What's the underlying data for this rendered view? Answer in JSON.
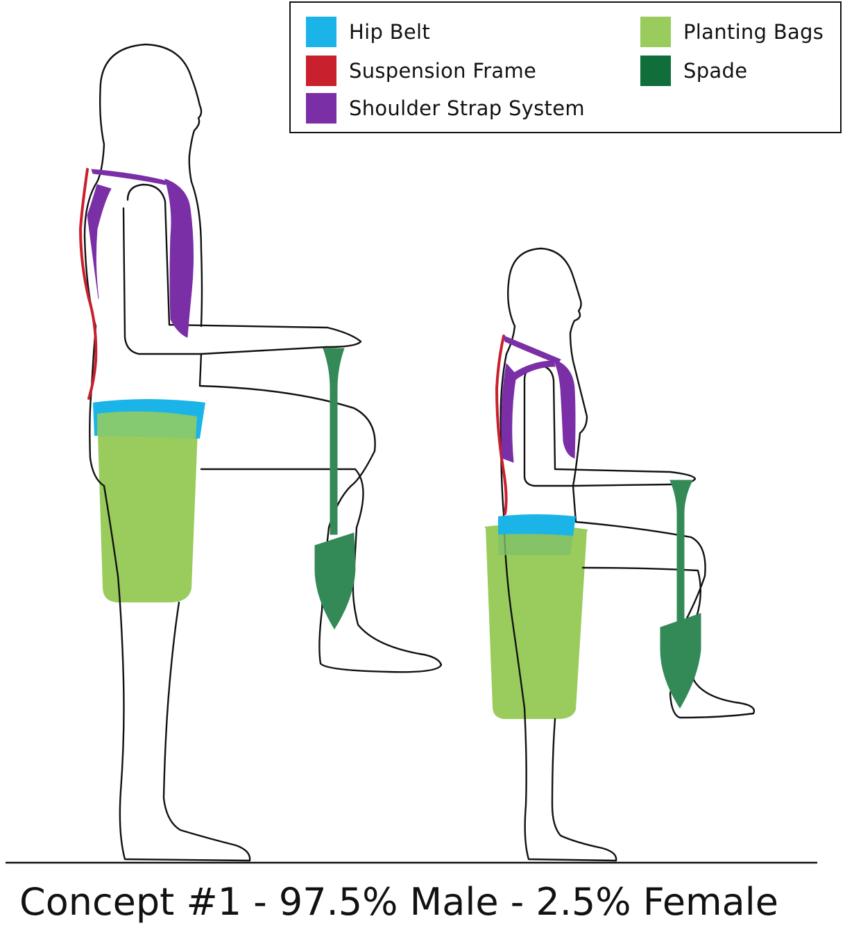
{
  "legend": {
    "items": [
      {
        "label": "Hip Belt",
        "color": "#1ab4e8"
      },
      {
        "label": "Suspension Frame",
        "color": "#c8202c"
      },
      {
        "label": "Shoulder Strap System",
        "color": "#7a2fa6"
      },
      {
        "label": "Planting Bags",
        "color": "#99cc5c"
      },
      {
        "label": "Spade",
        "color": "#0f6e3a"
      }
    ]
  },
  "caption": "Concept #1 - 97.5% Male - 2.5% Female",
  "colors": {
    "outline": "#111111",
    "hip_belt": "#1ab4e8",
    "suspension_frame": "#c8202c",
    "shoulder_strap": "#7a2fa6",
    "planting_bags": "#99cc5c",
    "spade": "#2f8a55"
  }
}
